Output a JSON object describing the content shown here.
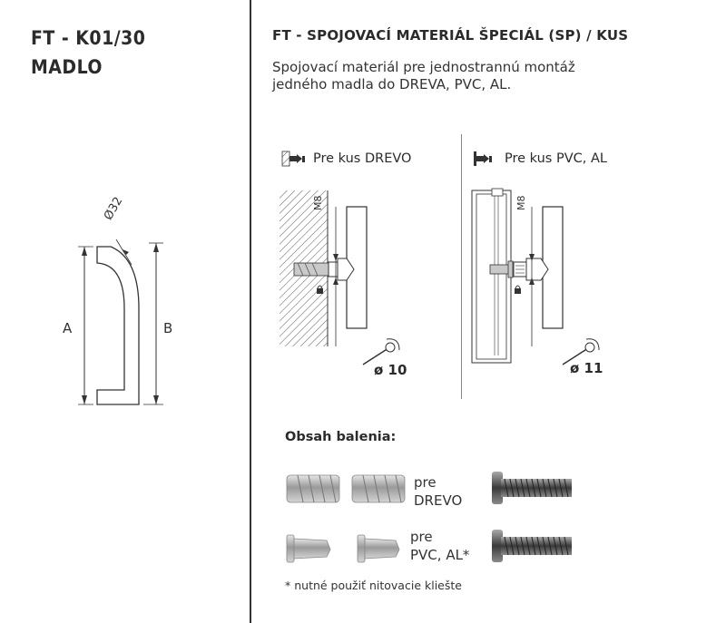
{
  "product": {
    "code": "FT - K01/30",
    "name": "MADLO"
  },
  "drawing": {
    "diameter_label": "Ø32",
    "dim_a": "A",
    "dim_b": "B"
  },
  "header": {
    "title": "FT - SPOJOVACÍ MATERIÁL ŠPECIÁL (SP) / KUS",
    "description_line1": "Spojovací materiál pre jednostrannú montáž",
    "description_line2": "jedného madla do DREVA, PVC, AL."
  },
  "diagrams": {
    "wood": {
      "label": "Pre kus DREVO",
      "thread": "M8",
      "drill": "ø 10"
    },
    "pvc": {
      "label": "Pre kus PVC, AL",
      "thread": "M8",
      "drill": "ø 11"
    }
  },
  "package": {
    "title": "Obsah balenia:",
    "wood_line1": "pre",
    "wood_line2": "DREVO",
    "pvc_line1": "pre",
    "pvc_line2": "PVC, AL*",
    "footnote": "* nutné použiť nitovacie kliešte"
  },
  "colors": {
    "text": "#2b2b2b",
    "line": "#333333",
    "metal": "#b8b8b8"
  }
}
